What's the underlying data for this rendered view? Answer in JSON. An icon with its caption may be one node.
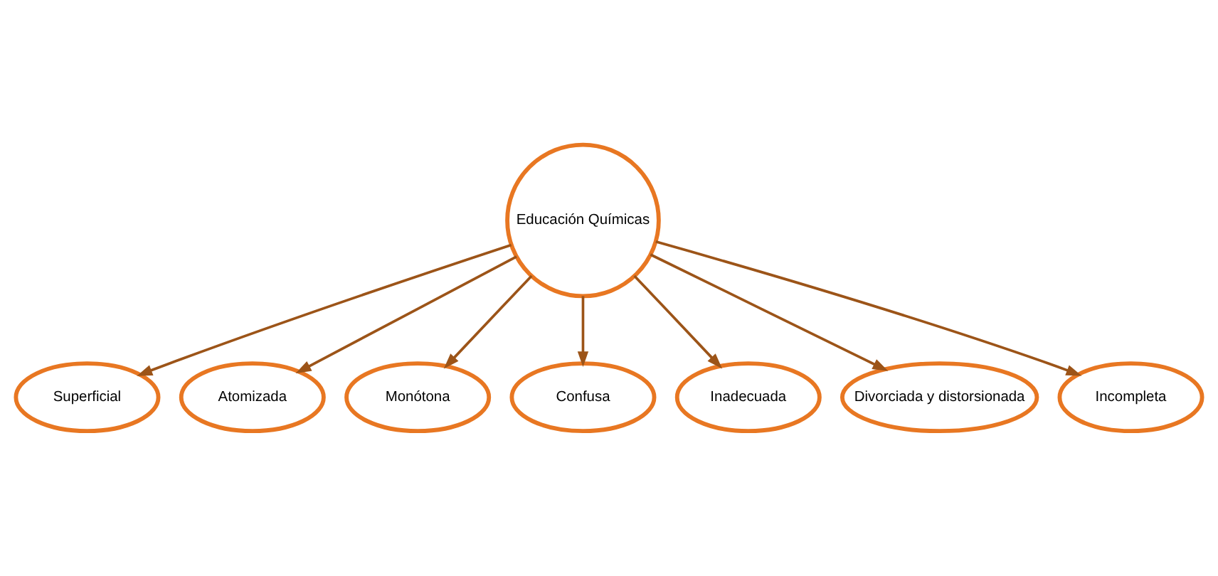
{
  "diagram": {
    "nodes": [
      {
        "text": [
          "Educación Químicas"
        ]
      },
      {
        "text": [
          "Superficial"
        ]
      },
      {
        "text": [
          "Atomizada"
        ]
      },
      {
        "text": [
          "Monótona"
        ]
      },
      {
        "text": [
          "Confusa"
        ]
      },
      {
        "text": [
          "Inadecuada"
        ]
      },
      {
        "text": [
          "Divorciada y distorsionada"
        ]
      },
      {
        "text": [
          "Incompleta"
        ]
      }
    ],
    "edges": [
      {
        "from": 0,
        "to": 1,
        "arrow": "to"
      },
      {
        "from": 0,
        "to": 2,
        "arrow": "to"
      },
      {
        "from": 0,
        "to": 3,
        "arrow": "to"
      },
      {
        "from": 0,
        "to": 4,
        "arrow": "to"
      },
      {
        "from": 0,
        "to": 5,
        "arrow": "to"
      },
      {
        "from": 0,
        "to": 6,
        "arrow": "to"
      },
      {
        "from": 0,
        "to": 7,
        "arrow": "to"
      }
    ]
  }
}
